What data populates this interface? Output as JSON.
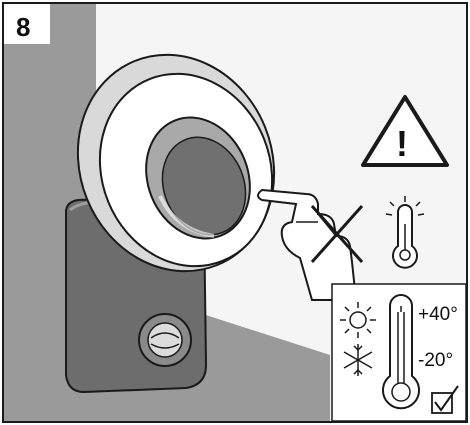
{
  "step": {
    "number": "8"
  },
  "temperature": {
    "max_label": "+40°",
    "min_label": "-20°"
  },
  "warning": {
    "mark": "!"
  },
  "colors": {
    "wall_shadow": "#9c9c9c",
    "wall_light": "#f4f4f4",
    "housing": "#6f6f6f",
    "line": "#1a1a1a"
  },
  "icons": [
    "warning-triangle-icon",
    "sun-icon",
    "snowflake-icon",
    "thermometer-icon",
    "hot-thermometer-icon",
    "checkbox-check-icon",
    "no-touch-hand-icon"
  ]
}
